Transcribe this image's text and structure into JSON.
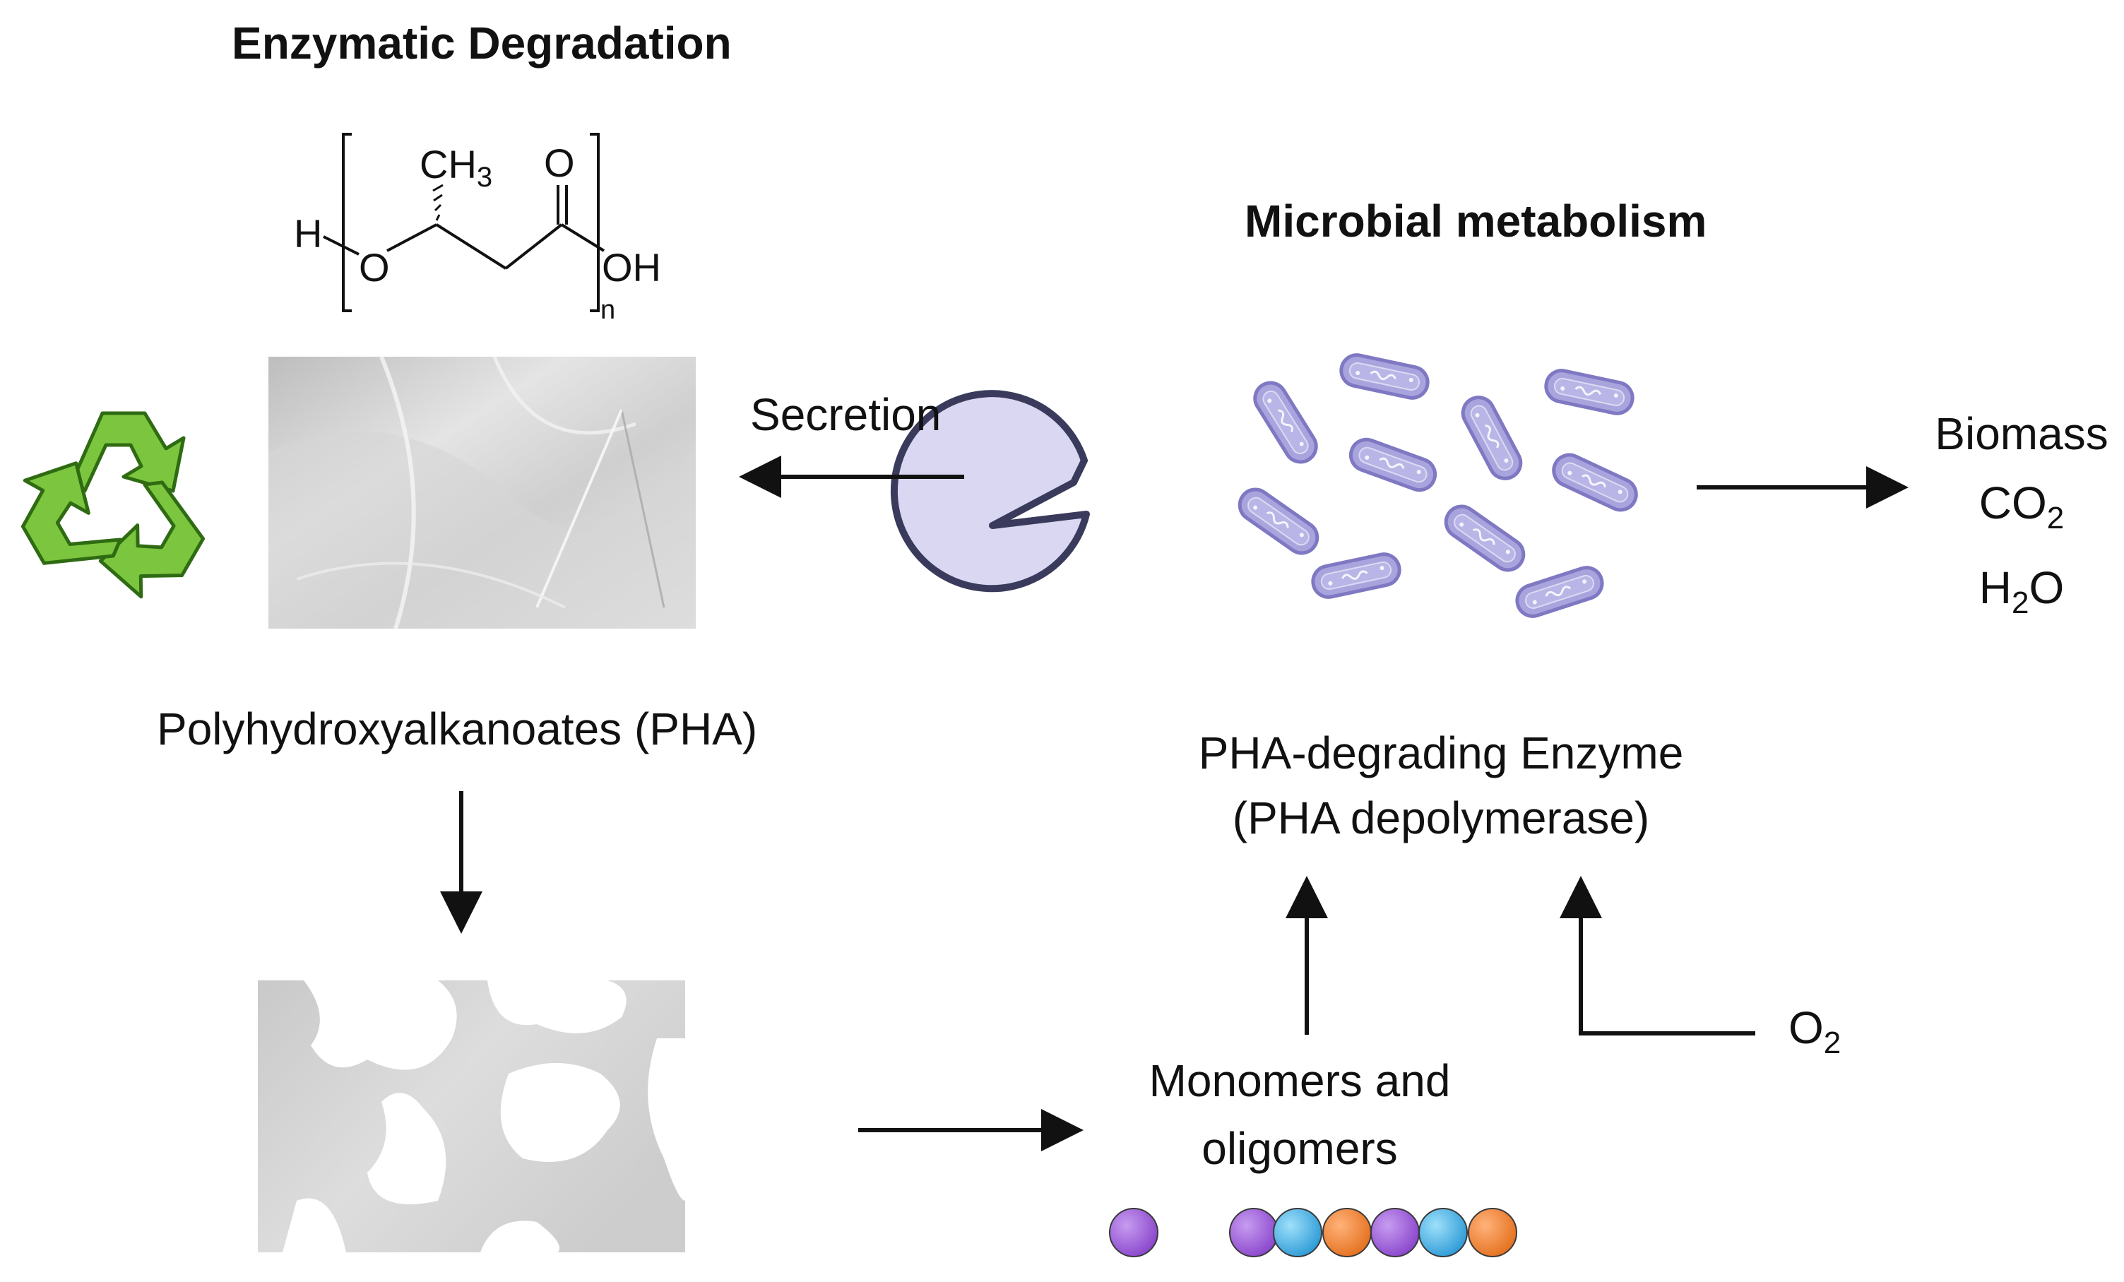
{
  "titles": {
    "left": "Enzymatic Degradation",
    "right": "Microbial metabolism"
  },
  "structure": {
    "h": "H",
    "o": "O",
    "ch3": "CH",
    "ch3_sub": "3",
    "carbonyl_o": "O",
    "oh": "OH",
    "n": "n"
  },
  "labels": {
    "secretion": "Secretion",
    "pha": "Polyhydroxyalkanoates (PHA)",
    "enzyme_line1": "PHA-degrading Enzyme",
    "enzyme_line2": "(PHA depolymerase)",
    "monomers_line1": "Monomers and",
    "monomers_line2": "oligomers",
    "products": {
      "biomass": "Biomass",
      "co2": "CO",
      "co2_sub": "2",
      "h2o_h": "H",
      "h2o_sub": "2",
      "h2o_o": "O"
    },
    "o2": "O",
    "o2_sub": "2"
  },
  "colors": {
    "pacman_fill": "#d9d7f1",
    "pacman_stroke": "#3a3a5c",
    "bacteria_fill": "#a9a4dd",
    "bacteria_stroke": "#7f78c2",
    "recycle_green": "#7cc63f",
    "recycle_dark": "#2f6b12",
    "bead_purple": "#9a5bd6",
    "bead_blue": "#4ab3e6",
    "bead_orange": "#ef8a3a"
  },
  "icons": [
    "recycle-icon",
    "pacman-enzyme-icon",
    "bacteria-icon",
    "plastic-film-image",
    "degraded-plastic-image"
  ]
}
